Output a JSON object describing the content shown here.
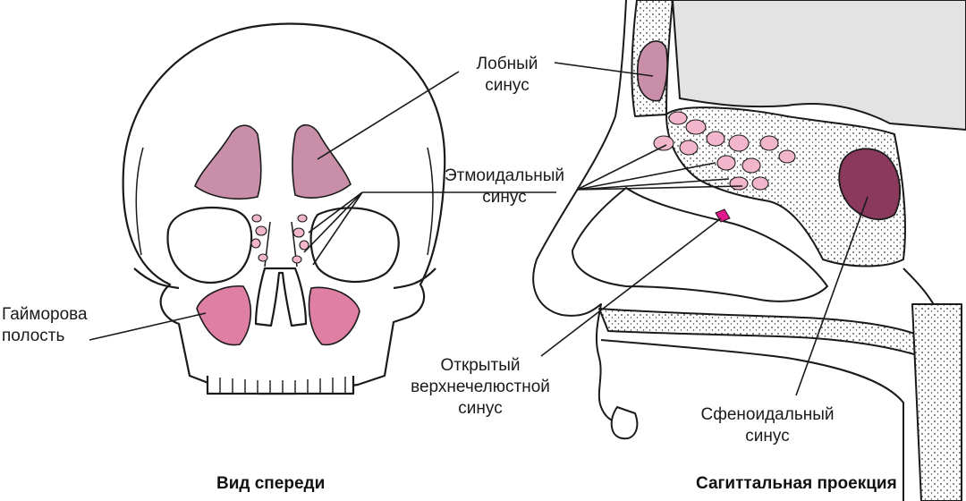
{
  "labels": {
    "frontal_sinus": "Лобный\nсинус",
    "ethmoid_sinus": "Этмоидальный\nсинус",
    "maxillary_sinus": "Гайморова\nполость",
    "open_maxillary_sinus": "Открытый\nверхнечелюстной\nсинус",
    "sphenoid_sinus": "Сфеноидальный\nсинус"
  },
  "captions": {
    "front_view": "Вид спереди",
    "sagittal_view": "Сагиттальная проекция"
  },
  "colors": {
    "frontal": "#c98fa8",
    "maxillary": "#df7fa3",
    "ethmoid": "#f2b6cc",
    "sphenoid": "#8b3a5e",
    "highlight": "#e4168c",
    "brain": "#e3e3e3",
    "line": "#1a1a1a"
  }
}
